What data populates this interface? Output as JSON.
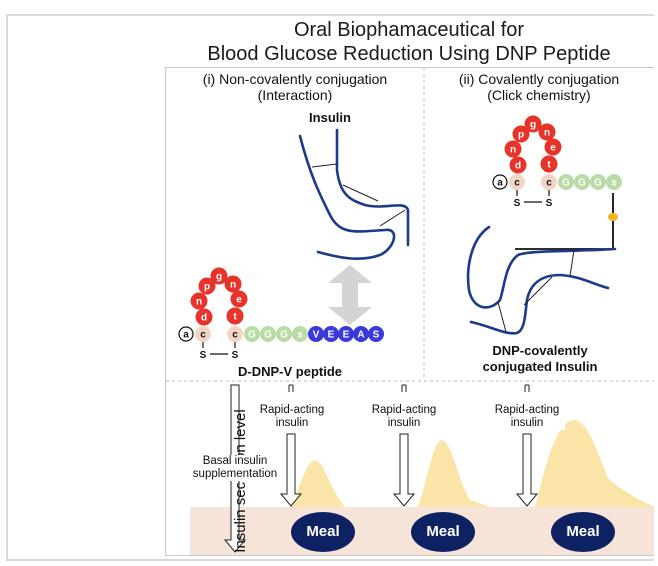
{
  "title": {
    "line1": "Oral Biophamaceutical for",
    "line2": "Blood Glucose Reduction Using DNP Peptide"
  },
  "panel_i": {
    "heading": "(i) Non-covalently conjugation",
    "subheading": "(Interaction)",
    "insulin_label": "Insulin",
    "peptide_label": "D-DNP-V peptide",
    "loop_residues": [
      "n",
      "d",
      "p",
      "g",
      "n",
      "e",
      "t"
    ],
    "cys_residues": [
      "c",
      "c"
    ],
    "n_terminal": "a",
    "linker_residues": [
      "G",
      "G",
      "G",
      "s"
    ],
    "tail_residues": [
      "V",
      "E",
      "E",
      "A",
      "S"
    ],
    "disulfide": [
      "S",
      "S"
    ]
  },
  "panel_ii": {
    "heading": "(ii) Covalently conjugation",
    "subheading": "(Click chemistry)",
    "conjugate_label_line1": "DNP-covalently",
    "conjugate_label_line2": "conjugated Insulin",
    "loop_residues": [
      "n",
      "d",
      "p",
      "g",
      "n",
      "e",
      "t"
    ],
    "cys_residues": [
      "c",
      "c"
    ],
    "n_terminal": "a",
    "linker_residues": [
      "G",
      "G",
      "G",
      "s"
    ],
    "disulfide": [
      "S",
      "S"
    ]
  },
  "secretion_panel": {
    "y_axis_label": "Insulin secretion level",
    "basal_label_line1": "Basal insulin",
    "basal_label_line2": "supplementation",
    "rapid_label_line1": "Rapid-acting",
    "rapid_label_line2": "insulin",
    "meal_label": "Meal",
    "meal_count": 3
  },
  "colors": {
    "insulin_chain": "#1c3a8a",
    "dnp_loop": "#e8332a",
    "cysteine": "#f2d5c4",
    "linker": "#b9dca7",
    "tail": "#3a3adb",
    "peak_fill": "#fae4a8",
    "baseline_band": "#f6e4d8",
    "meal_oval": "#0e2163",
    "click_linker": "#f2b51c",
    "double_arrow": "#d4d4d4"
  }
}
